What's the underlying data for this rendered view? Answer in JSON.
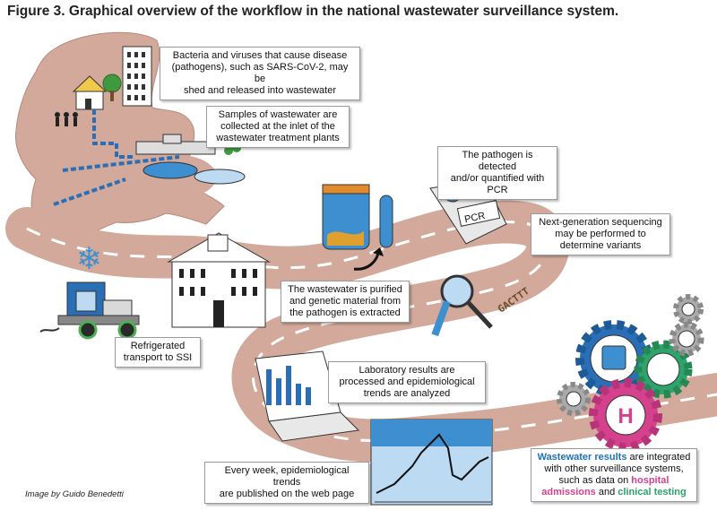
{
  "title": "Figure 3. Graphical overview of the workflow in the national wastewater surveillance system.",
  "steps": {
    "pathogens": [
      "Bacteria and viruses that cause disease",
      "(pathogens), such as SARS-CoV-2, may be",
      "shed and released into wastewater"
    ],
    "samples": [
      "Samples of wastewater are",
      "collected at the inlet of the",
      "wastewater treatment plants"
    ],
    "pcr_detect": [
      "The pathogen is detected",
      "and/or quantified with PCR"
    ],
    "ngs": [
      "Next-generation sequencing",
      "may be performed to",
      "determine variants"
    ],
    "purified": [
      "The wastewater is purified",
      "and genetic material from",
      "the pathogen is extracted"
    ],
    "transport": [
      "Refrigerated",
      "transport to SSI"
    ],
    "lab_results": [
      "Laboratory results are",
      "processed and epidemiological",
      "trends are analyzed"
    ],
    "weekly": [
      "Every week, epidemiological trends",
      "are published on the web page"
    ],
    "integrated": {
      "part1_highlight": "Wastewater results",
      "part1_rest": " are integrated",
      "line2": "with other surveillance systems,",
      "line3_prefix": "such as data on ",
      "line3_highlight": "hospital",
      "line4_highlight1": "admissions",
      "line4_mid": " and ",
      "line4_highlight2": "clinical testing"
    }
  },
  "pcr_label": "PCR",
  "hospital_letter": "H",
  "dna_text": "GACTTT",
  "credit": "Image by Guido Benedetti",
  "colors": {
    "road": "#d2a99a",
    "road_dark": "#c49484",
    "wastewater_blue": "#1a73b8",
    "hospital_pink": "#d6418e",
    "clinical_green": "#2ea36b"
  }
}
